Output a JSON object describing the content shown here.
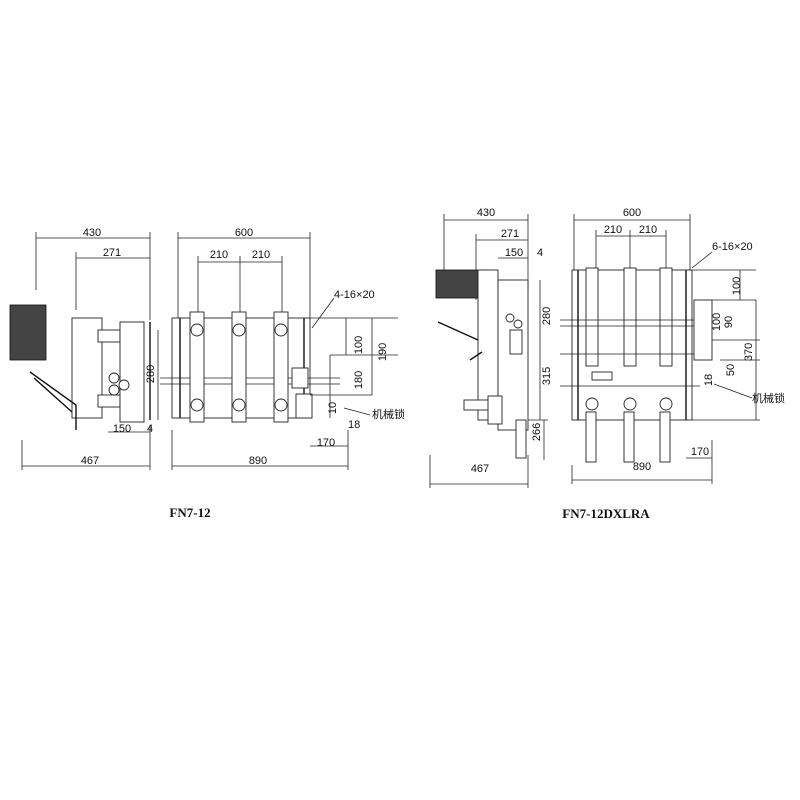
{
  "left": {
    "caption": "FN7-12",
    "dims": {
      "d430": "430",
      "d271": "271",
      "d600": "600",
      "d210a": "210",
      "d210b": "210",
      "holes": "4-16×20",
      "d100": "100",
      "d190": "190",
      "d280": "280",
      "d180": "180",
      "d10": "10",
      "d18": "18",
      "lock": "机械锁",
      "d150": "150",
      "d4": "4",
      "d170": "170",
      "d467": "467",
      "d890": "890"
    }
  },
  "right": {
    "caption": "FN7-12DXLRA",
    "dims": {
      "d430": "430",
      "d271": "271",
      "d150": "150",
      "d4": "4",
      "d600": "600",
      "d210a": "210",
      "d210b": "210",
      "holes": "6-16×20",
      "d100a": "100",
      "d280": "280",
      "d100b": "100",
      "d90": "90",
      "d370": "370",
      "d315": "315",
      "d18": "18",
      "d50": "50",
      "lock": "机械锁",
      "d266": "266",
      "d170": "170",
      "d467": "467",
      "d890": "890"
    }
  }
}
